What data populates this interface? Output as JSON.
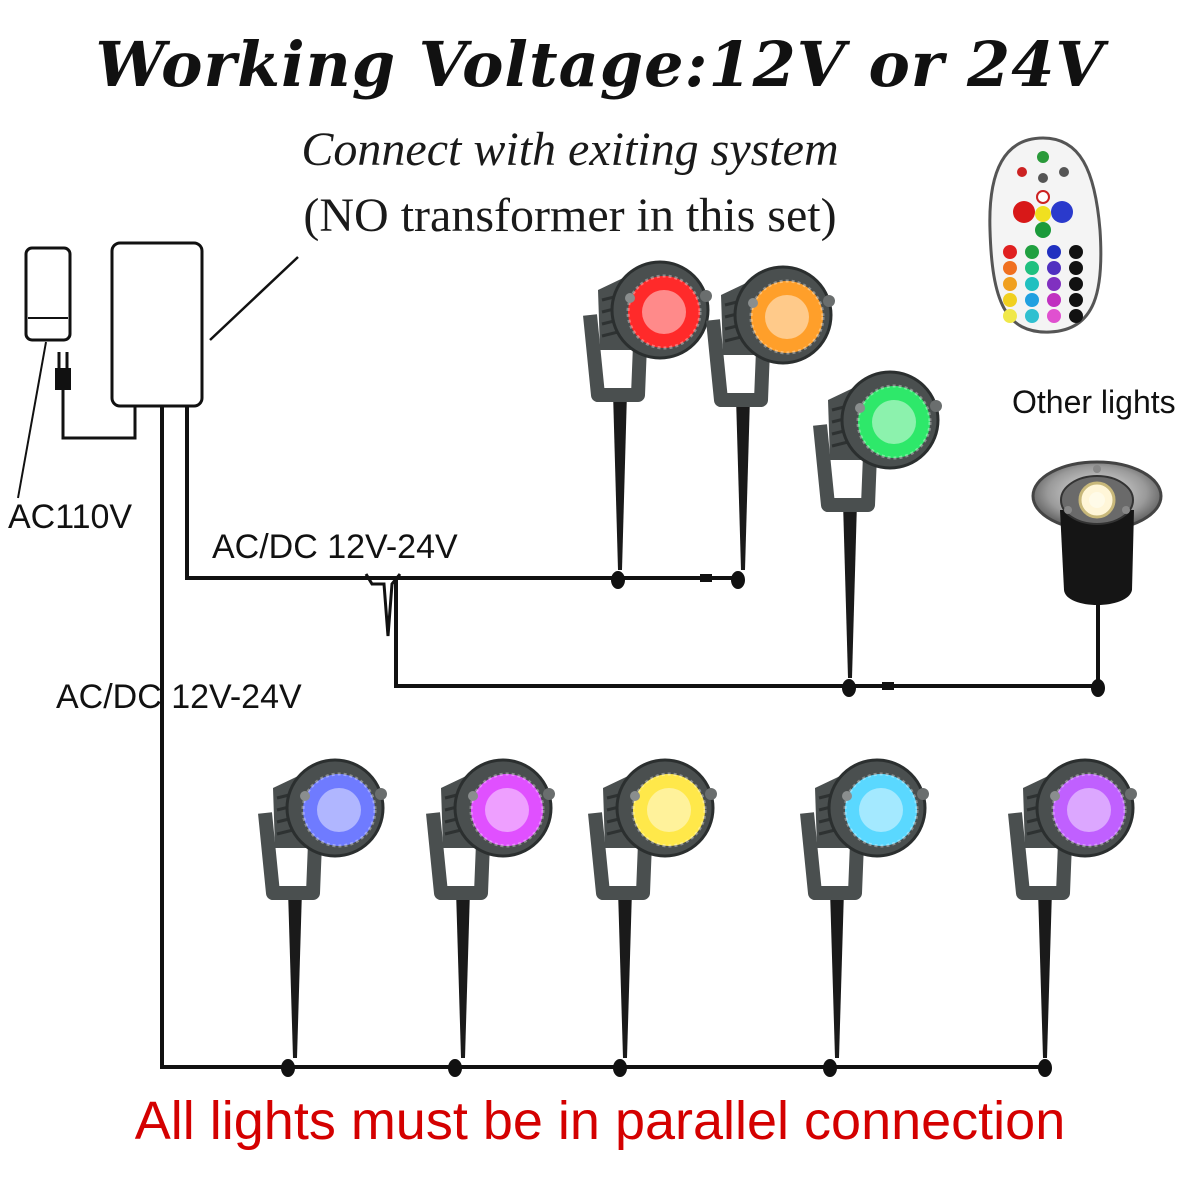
{
  "title": "Working Voltage:12V or 24V",
  "subtitle_line1": "Connect with exiting system",
  "subtitle_line2": "(NO transformer in this set)",
  "labels": {
    "ac110v": "AC110V",
    "acdc_upper": "AC/DC 12V-24V",
    "acdc_lower": "AC/DC 12V-24V",
    "other_lights": "Other lights"
  },
  "footer": "All lights must be in parallel connection",
  "colors": {
    "footer_text": "#d40000",
    "wire": "#111111",
    "lamp_body": "#4a4f4f"
  },
  "spotlights": [
    {
      "name": "spotlight-red",
      "glow": "#ff2a2a"
    },
    {
      "name": "spotlight-orange",
      "glow": "#ff9f2a"
    },
    {
      "name": "spotlight-green",
      "glow": "#2ee86a"
    },
    {
      "name": "spotlight-blue",
      "glow": "#6f7bff"
    },
    {
      "name": "spotlight-magenta",
      "glow": "#e050ff"
    },
    {
      "name": "spotlight-yellow",
      "glow": "#ffe84a"
    },
    {
      "name": "spotlight-cyan",
      "glow": "#5ad8ff"
    },
    {
      "name": "spotlight-purple",
      "glow": "#c060ff"
    }
  ],
  "remote_icon": "rgb-remote-control-icon",
  "inground_light_icon": "inground-light-icon"
}
